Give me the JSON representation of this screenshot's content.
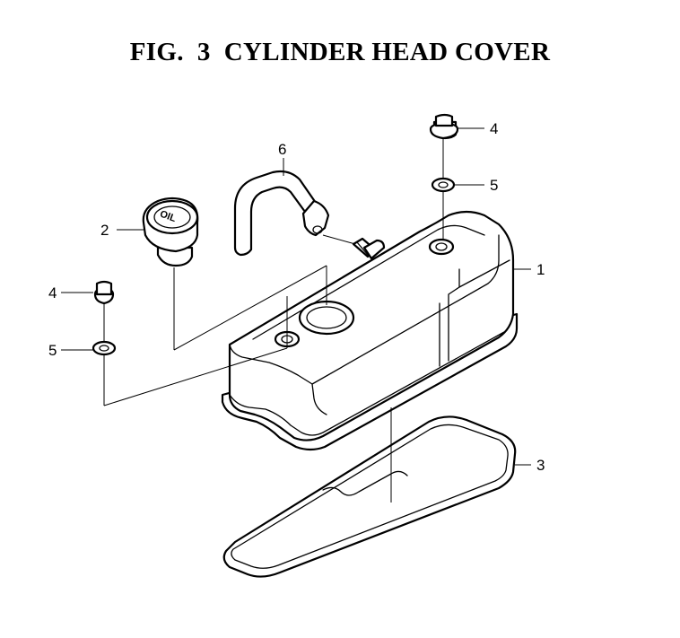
{
  "figure": {
    "title": "FIG.  3  CYLINDER HEAD COVER"
  },
  "callouts": [
    {
      "id": "1",
      "part": "cylinder-head-cover"
    },
    {
      "id": "2",
      "part": "oil-filler-cap"
    },
    {
      "id": "3",
      "part": "cover-gasket"
    },
    {
      "id": "4",
      "part": "flange-nut-right"
    },
    {
      "id": "5",
      "part": "washer-right"
    },
    {
      "id": "6",
      "part": "breather-hose"
    },
    {
      "id": "4",
      "part": "flange-nut-left"
    },
    {
      "id": "5",
      "part": "washer-left"
    }
  ],
  "cap_marking": "OIL",
  "colors": {
    "line": "#000000",
    "background": "#ffffff"
  }
}
